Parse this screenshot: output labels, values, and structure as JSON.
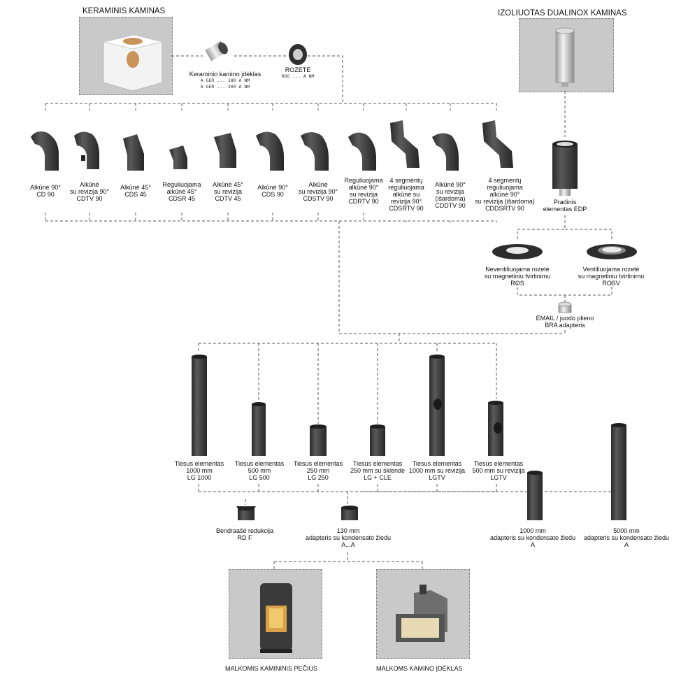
{
  "titles": {
    "ceramic": "KERAMINIS KAMINAS",
    "dualinox": "IZOLIUOTAS DUALINOX KAMINAS",
    "stove": "MALKOMIS KAMININIS PEČIUS",
    "insert": "MALKOMS KAMINO ĮDĖKLAS"
  },
  "ceramic_insert": {
    "label": "Keraminio kamino įdėklas",
    "codes": [
      "A GER ... 180 A NM",
      "A GER ... 200 A NM"
    ]
  },
  "rosette": {
    "label": "ROZETĖ",
    "code": "ROG ... A NM"
  },
  "elbows": [
    {
      "lines": [
        "Alkūnė 90°",
        "CD 90"
      ]
    },
    {
      "lines": [
        "Alkūnė",
        "su revizija 90°",
        "CDTV 90"
      ]
    },
    {
      "lines": [
        "Alkūnė 45°",
        "CDS 45"
      ]
    },
    {
      "lines": [
        "Reguliuojama",
        "alkūnė 45°",
        "CDSR 45"
      ]
    },
    {
      "lines": [
        "Alkūnė 45°",
        "su revizija",
        "CDTV 45"
      ]
    },
    {
      "lines": [
        "Alkūnė 90°",
        "CDS 90"
      ]
    },
    {
      "lines": [
        "Alkūnė",
        "su revizija 90°",
        "CDSTV 90"
      ]
    },
    {
      "lines": [
        "Reguliuojama",
        "alkūnė 90°",
        "su revizija",
        "CDRTV 90"
      ]
    },
    {
      "lines": [
        "4 segmentų",
        "reguliuojama",
        "alkūnė su",
        "revizija 90°",
        "CDSRTV 90"
      ]
    },
    {
      "lines": [
        "Alkūnė 90°",
        "su revizija",
        "(išardoma)",
        "CDDTV 90"
      ]
    },
    {
      "lines": [
        "4 segmentų",
        "reguliuojama",
        "alkūnė 90°",
        "su revizija (išardoma)",
        "CDDSRTV 90"
      ]
    }
  ],
  "edp": {
    "lines": [
      "Pradinis",
      "elementas EDP"
    ]
  },
  "ros": {
    "lines": [
      "Neventiliuojama rozetė",
      "su magnetiniu tvirtinimu",
      "ROS"
    ]
  },
  "rosv": {
    "lines": [
      "Ventiliuojama rozetė",
      "su magnetiniu tvirtinimu",
      "ROSV"
    ]
  },
  "bra": {
    "lines": [
      "EMAIL / juodo plieno",
      "BRA adapteris"
    ]
  },
  "pipes": [
    {
      "lines": [
        "Tiesus elementas",
        "1000 mm",
        "LG 1000"
      ]
    },
    {
      "lines": [
        "Tiesus elementas",
        "500 mm",
        "LG 500"
      ]
    },
    {
      "lines": [
        "Tiesus elementas",
        "250 mm",
        "LG 250"
      ]
    },
    {
      "lines": [
        "Tiesus elementas",
        "250 mm su sklende",
        "LG + CLE"
      ]
    },
    {
      "lines": [
        "Tiesus elementas",
        "1000 mm su revizija",
        "LGTV"
      ]
    },
    {
      "lines": [
        "Tiesus elementas",
        "500 mm su revizija",
        "LGTV"
      ]
    }
  ],
  "reduction": {
    "lines": [
      "Bendraašė redukcija",
      "RD F"
    ]
  },
  "adapter130": {
    "lines": [
      "130 mm",
      "adapteris su kondensato žiedu",
      "A...A"
    ]
  },
  "adapter1000": {
    "lines": [
      "1000 mm",
      "adapteris su kondensato žiedu",
      "A"
    ]
  },
  "adapter5000": {
    "lines": [
      "5000 mm",
      "adapteris su kondensato žiedu",
      "A"
    ]
  },
  "colors": {
    "pipe": "#3a3a3a",
    "pipe_light": "#5a5a5a",
    "panel": "#c9c9c9",
    "line": "#555555"
  }
}
